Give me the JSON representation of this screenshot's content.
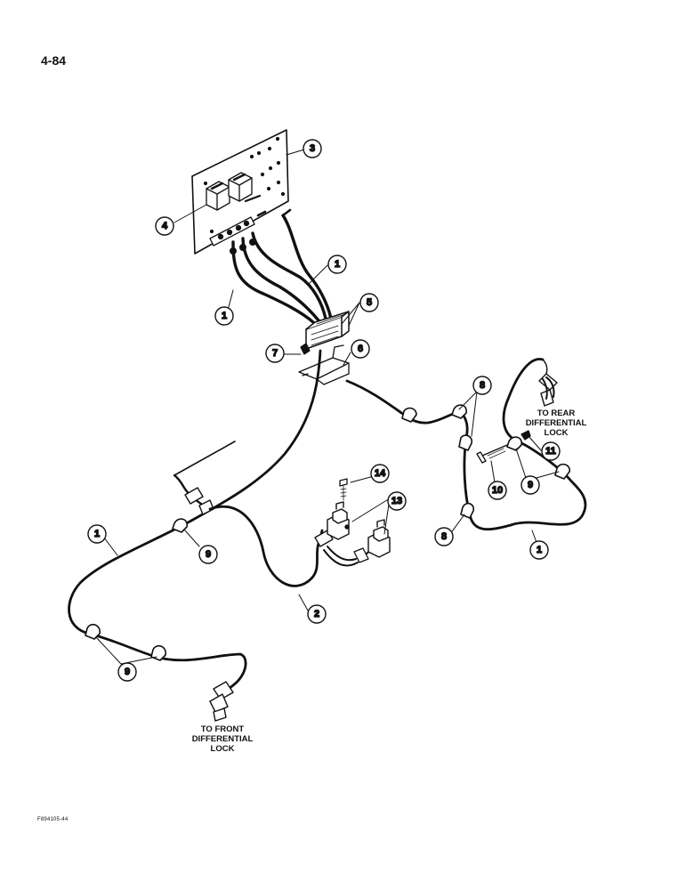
{
  "page": {
    "page_number": "4-84",
    "figure_id": "F894105-44"
  },
  "callouts": [
    {
      "id": "c3",
      "label": "3"
    },
    {
      "id": "c4",
      "label": "4"
    },
    {
      "id": "c1a",
      "label": "1"
    },
    {
      "id": "c1b",
      "label": "1"
    },
    {
      "id": "c5",
      "label": "5"
    },
    {
      "id": "c7",
      "label": "7"
    },
    {
      "id": "c6",
      "label": "6"
    },
    {
      "id": "c8a",
      "label": "8"
    },
    {
      "id": "c11",
      "label": "11"
    },
    {
      "id": "c10",
      "label": "10"
    },
    {
      "id": "c9a",
      "label": "9"
    },
    {
      "id": "c8b",
      "label": "8"
    },
    {
      "id": "c1c",
      "label": "1"
    },
    {
      "id": "c14",
      "label": "14"
    },
    {
      "id": "c13",
      "label": "13"
    },
    {
      "id": "c1d",
      "label": "1"
    },
    {
      "id": "c9b",
      "label": "9"
    },
    {
      "id": "c2",
      "label": "2"
    },
    {
      "id": "c9c",
      "label": "9"
    }
  ],
  "notes": {
    "rear": [
      "TO REAR",
      "DIFFERENTIAL",
      "LOCK"
    ],
    "front": [
      "TO FRONT",
      "DIFFERENTIAL",
      "LOCK"
    ]
  }
}
